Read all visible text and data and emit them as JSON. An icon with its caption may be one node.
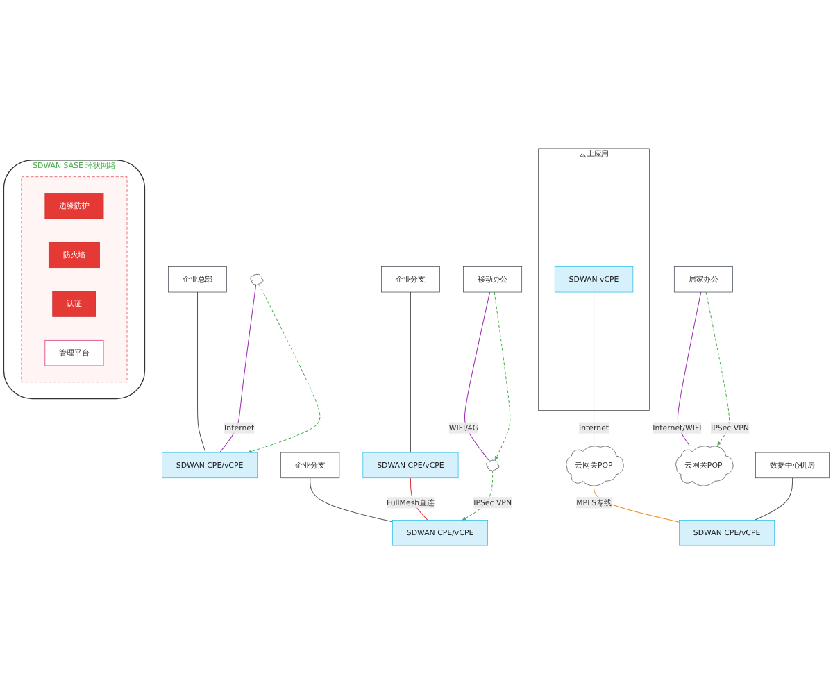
{
  "diagram": {
    "nodes": [
      {
        "text": [
          "企业总部"
        ]
      },
      {
        "text": [
          "SDWAN CPE/vCPE"
        ]
      },
      {
        "text": [
          "企业分支"
        ]
      },
      {
        "text": [
          "SDWAN CPE/vCPE"
        ]
      },
      {
        "text": [
          "企业分支"
        ]
      },
      {
        "text": [
          "SDWAN CPE/vCPE"
        ]
      },
      {
        "text": [
          "云上应用"
        ]
      },
      {
        "text": [
          "SDWAN vCPE"
        ],
        "in": 6
      },
      {
        "text": [
          "SDWAN SASE 环状网络"
        ]
      },
      {
        "text": [],
        "shape": "box",
        "in": 8
      },
      {
        "text": [
          "边缘防护"
        ],
        "in": 9
      },
      {
        "text": [
          "防火墙"
        ],
        "in": 9
      },
      {
        "text": [
          "认证"
        ],
        "in": 9
      },
      {
        "text": [
          "管理平台"
        ],
        "in": 9
      },
      {
        "text": [],
        "shape": "cloud"
      },
      {
        "text": [],
        "shape": "cloud"
      },
      {
        "text": [
          "云网关POP"
        ]
      },
      {
        "text": [
          "云网关POP"
        ]
      },
      {
        "text": [
          "数据中心机房"
        ]
      },
      {
        "text": [
          "SDWAN CPE/vCPE"
        ]
      },
      {
        "text": [
          "移动办公"
        ]
      },
      {
        "text": [
          "居家办公"
        ]
      }
    ],
    "edges": [
      {
        "from": 0,
        "to": 1,
        "arrow": "none"
      },
      {
        "from": 2,
        "to": 3,
        "arrow": "none"
      },
      {
        "from": 4,
        "to": 5,
        "arrow": "none"
      },
      {
        "from": 3,
        "to": 5,
        "arrow": "none",
        "label": "FullMesh直连",
        "color": "#d9363e"
      },
      {
        "from": 14,
        "to": 1,
        "arrow": "none",
        "label": "Internet",
        "color": "#9c27b0"
      },
      {
        "from": 14,
        "to": 1,
        "arrow": "to",
        "style": "dashed",
        "color": "#4caf50"
      },
      {
        "from": 15,
        "to": 5,
        "arrow": "to",
        "label": "IPSec VPN",
        "style": "dashed",
        "color": "#4caf50"
      },
      {
        "from": 7,
        "to": 16,
        "arrow": "none",
        "label": "Internet",
        "color": "#9c27b0"
      },
      {
        "from": 16,
        "to": 19,
        "arrow": "none",
        "label": "MPLS专线",
        "color": "#f08a24"
      },
      {
        "from": 18,
        "to": 19,
        "arrow": "none"
      },
      {
        "from": 20,
        "to": 15,
        "arrow": "none",
        "label": "WIFI/4G",
        "color": "#9c27b0"
      },
      {
        "from": 20,
        "to": 15,
        "arrow": "to",
        "style": "dashed",
        "color": "#4caf50"
      },
      {
        "from": 21,
        "to": 17,
        "arrow": "none",
        "label": "Internet/WIFI",
        "color": "#9c27b0"
      },
      {
        "from": 21,
        "to": 17,
        "arrow": "to",
        "label": "IPSec VPN",
        "style": "dashed",
        "color": "#4caf50"
      }
    ]
  }
}
